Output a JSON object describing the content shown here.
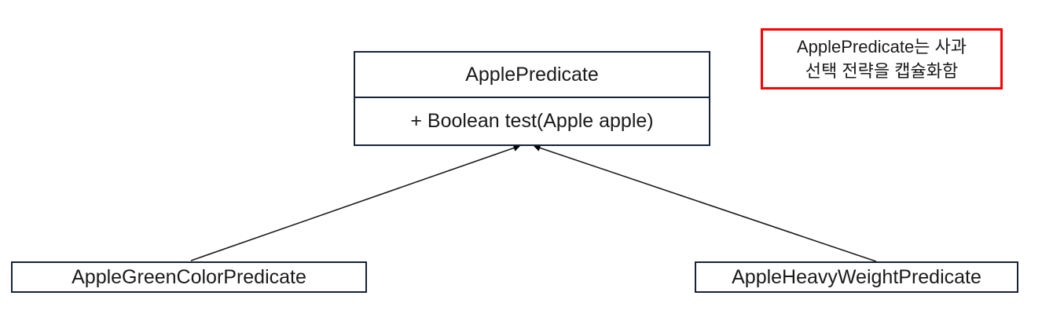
{
  "diagram": {
    "type": "uml-class-diagram",
    "background_color": "#ffffff",
    "border_color": "#16233a",
    "text_color": "#1a1a1a",
    "accent_color": "#ff0000"
  },
  "parent_class": {
    "name": "ApplePredicate",
    "method": "+ Boolean test(Apple apple)"
  },
  "child_classes": [
    {
      "name": "AppleGreenColorPredicate"
    },
    {
      "name": "AppleHeavyWeightPredicate"
    }
  ],
  "annotation": {
    "border_color": "#ff0000",
    "lines": [
      "ApplePredicate는 사과",
      "선택 전략을 캡슐화함"
    ]
  },
  "relationships": [
    {
      "kind": "inheritance",
      "from": "AppleGreenColorPredicate",
      "to": "ApplePredicate"
    },
    {
      "kind": "inheritance",
      "from": "AppleHeavyWeightPredicate",
      "to": "ApplePredicate"
    }
  ]
}
